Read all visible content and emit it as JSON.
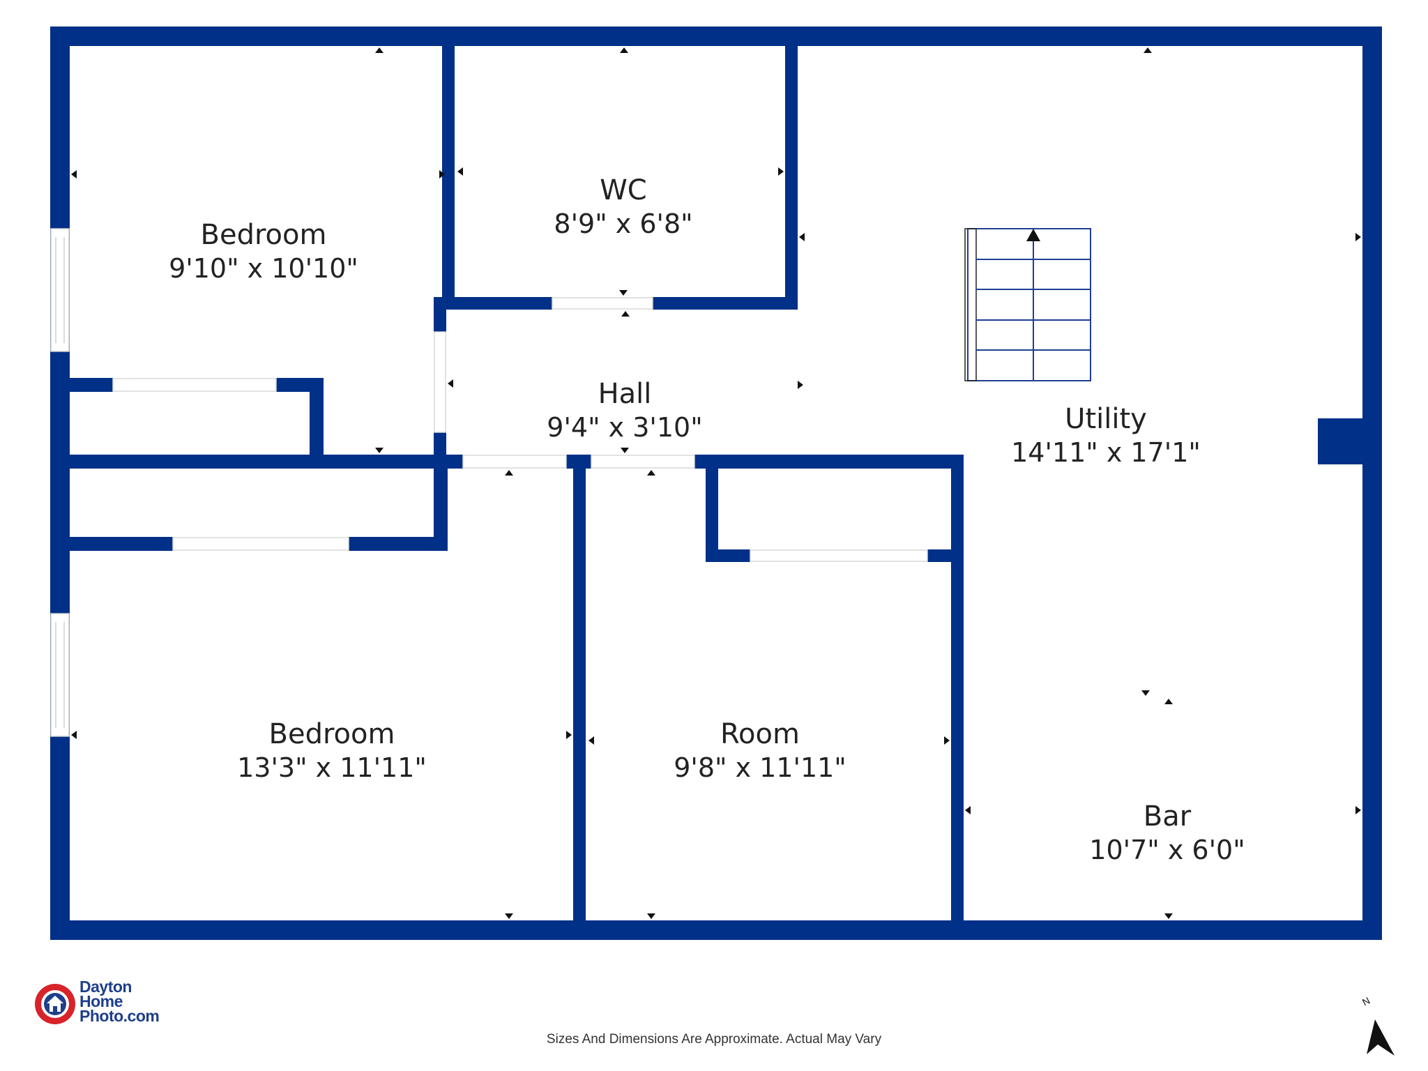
{
  "colors": {
    "wall": "#003087",
    "background": "#ffffff",
    "stair_line": "#1f3f94",
    "logo_red": "#d8232a"
  },
  "rooms": {
    "bedroom_top": {
      "name": "Bedroom",
      "dims": "9'10\" x 10'10\""
    },
    "wc": {
      "name": "WC",
      "dims": "8'9\" x 6'8\""
    },
    "hall": {
      "name": "Hall",
      "dims": "9'4\" x 3'10\""
    },
    "utility": {
      "name": "Utility",
      "dims": "14'11\" x 17'1\""
    },
    "bedroom_bottom": {
      "name": "Bedroom",
      "dims": "13'3\" x 11'11\""
    },
    "room": {
      "name": "Room",
      "dims": "9'8\" x 11'11\""
    },
    "bar": {
      "name": "Bar",
      "dims": "10'7\" x 6'0\""
    }
  },
  "logo": {
    "line1": "Dayton",
    "line2": "Home",
    "line3": "Photo.com",
    "icon": "house-camera-icon"
  },
  "disclaimer": "Sizes And Dimensions Are Approximate. Actual May Vary",
  "compass": {
    "label": "N",
    "icon": "north-arrow-icon"
  }
}
